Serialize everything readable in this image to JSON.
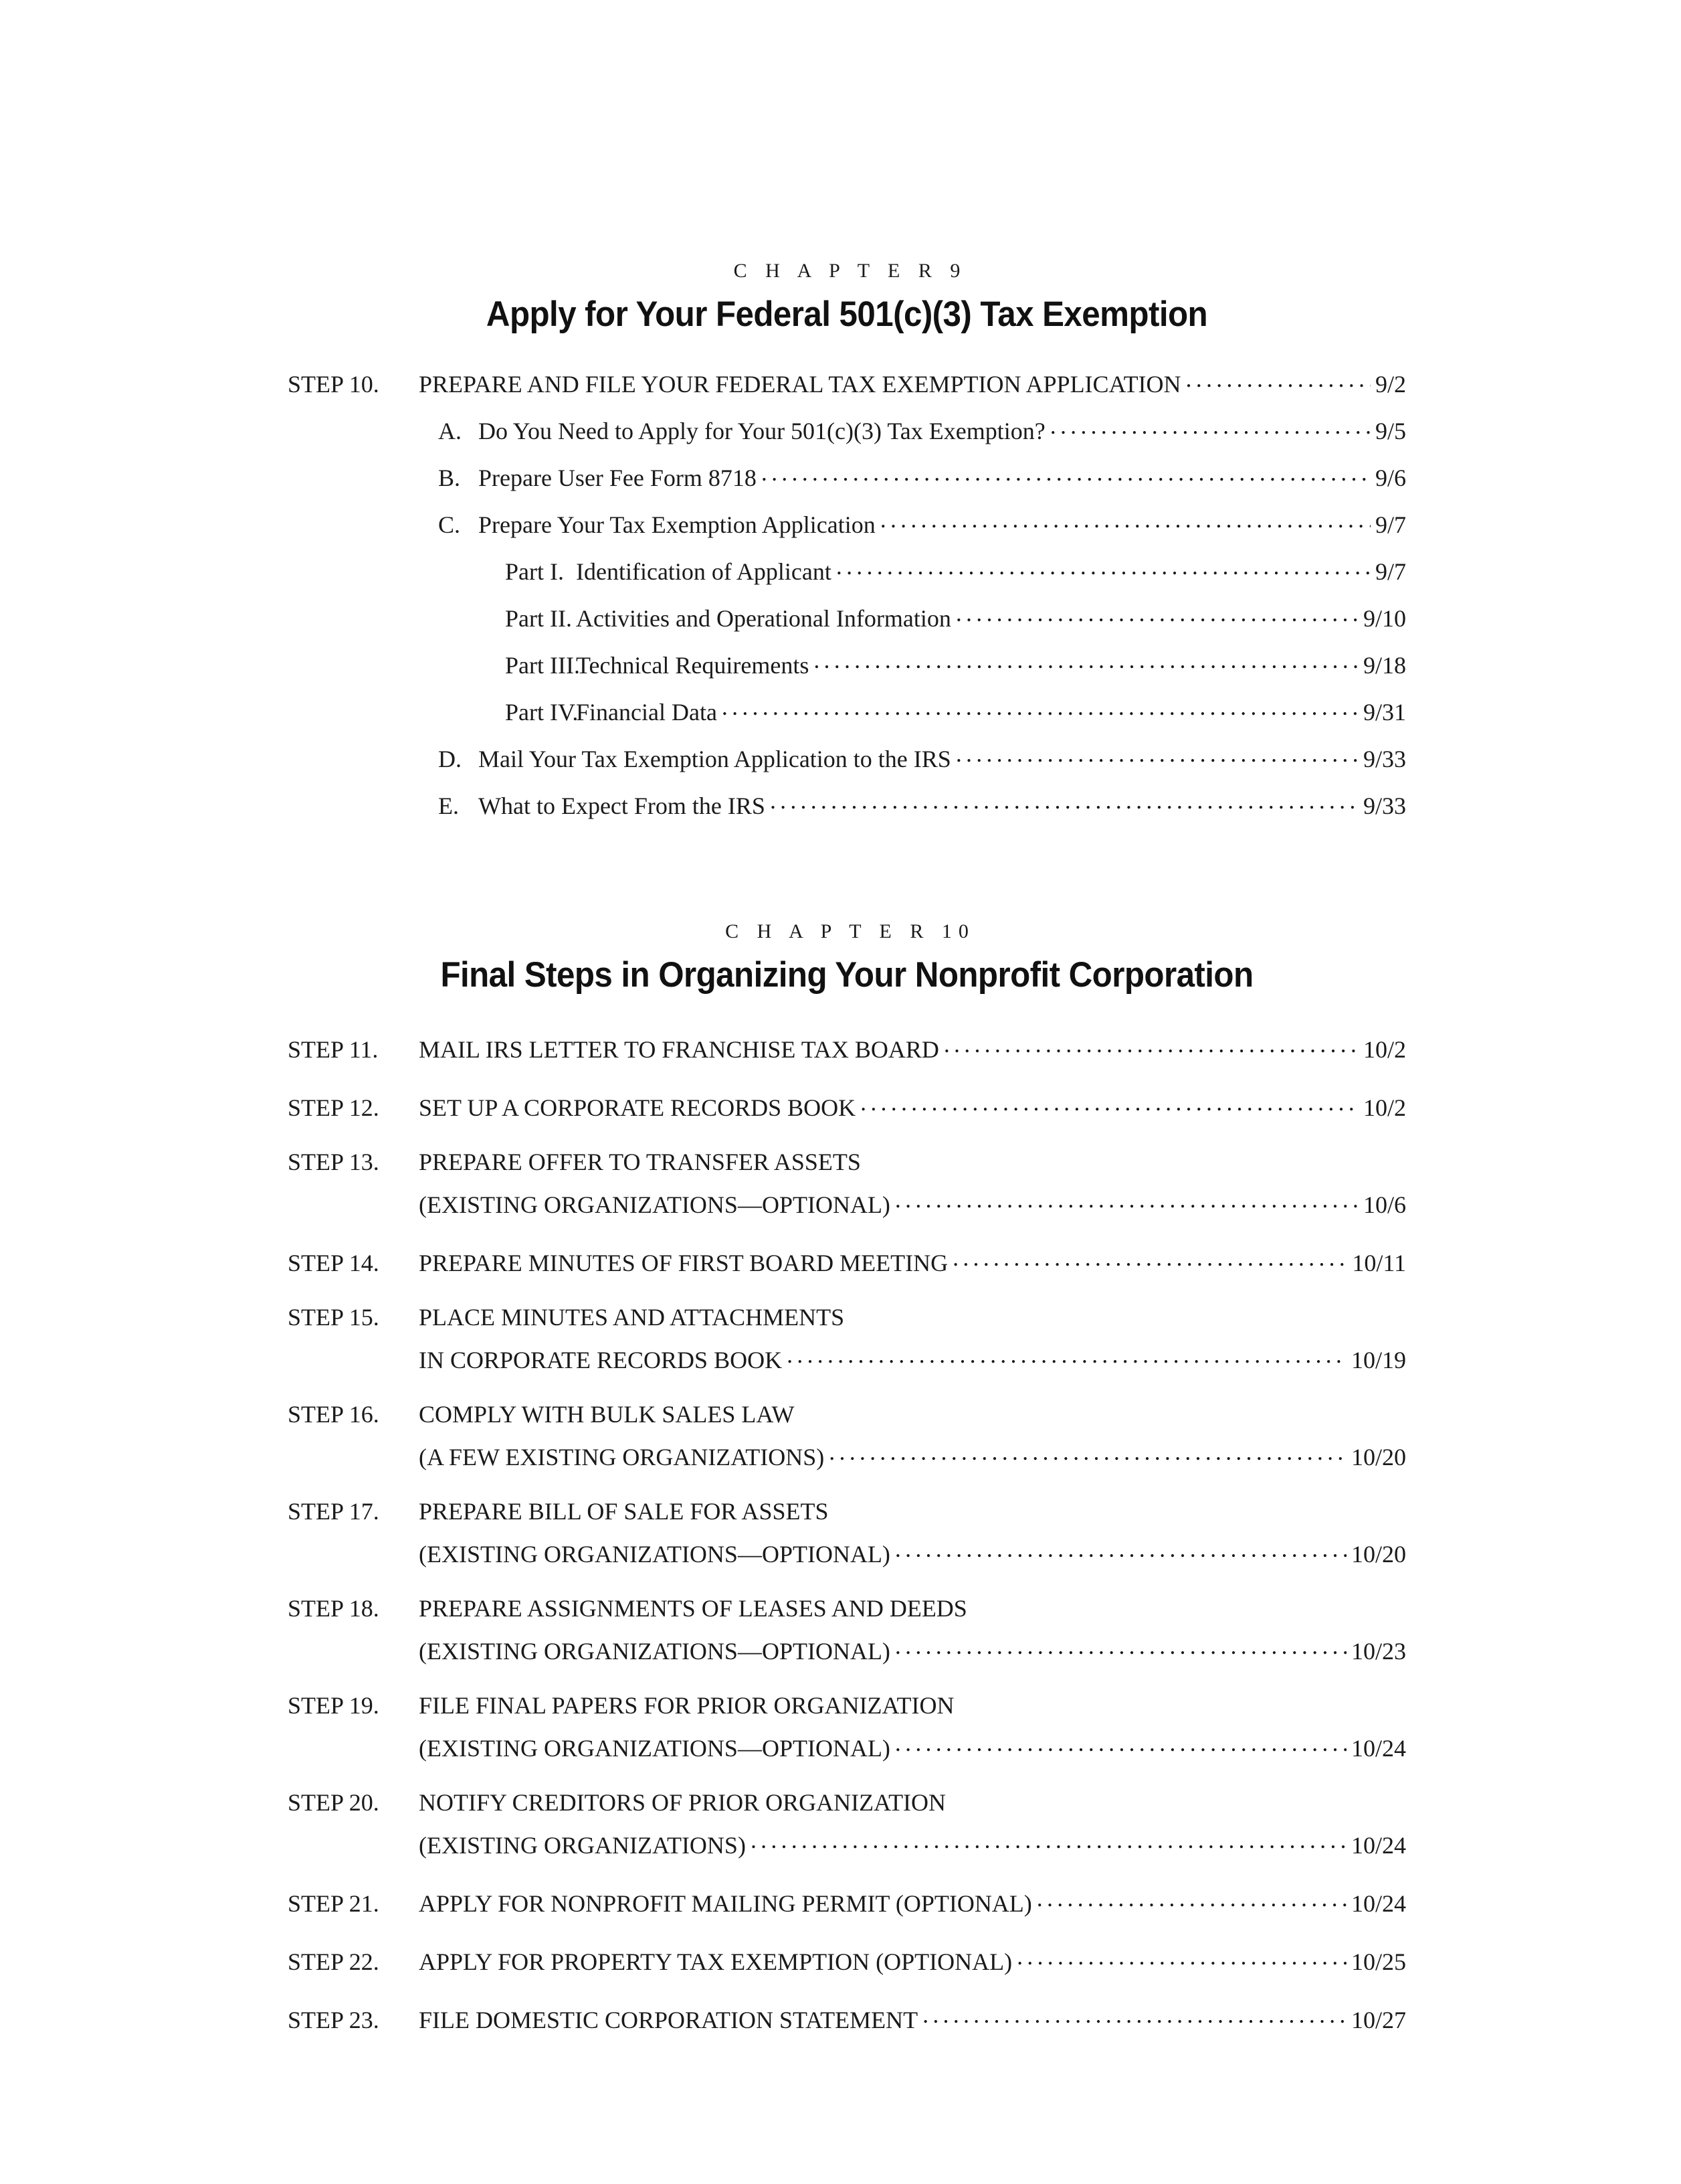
{
  "document": {
    "type": "table-of-contents"
  },
  "chapters": [
    {
      "eyebrow": "C H A P T E R   9",
      "title": "Apply for Your Federal 501(c)(3) Tax Exemption",
      "entries": [
        {
          "kind": "step",
          "label": "STEP 10.",
          "title": "PREPARE AND FILE YOUR FEDERAL TAX EXEMPTION APPLICATION",
          "page": "9/2"
        },
        {
          "kind": "letter",
          "label": "A.",
          "title": "Do You Need to Apply for Your 501(c)(3) Tax Exemption?",
          "page": "9/5"
        },
        {
          "kind": "letter",
          "label": "B.",
          "title": "Prepare User Fee Form 8718",
          "page": "9/6"
        },
        {
          "kind": "letter",
          "label": "C.",
          "title": "Prepare Your Tax Exemption Application",
          "page": "9/7"
        },
        {
          "kind": "part",
          "label": "Part I.",
          "title": "Identification of Applicant",
          "page": "9/7"
        },
        {
          "kind": "part",
          "label": "Part II.",
          "title": "Activities and Operational Information",
          "page": "9/10"
        },
        {
          "kind": "part",
          "label": "Part III.",
          "title": "Technical Requirements",
          "page": "9/18"
        },
        {
          "kind": "part",
          "label": "Part IV.",
          "title": "Financial Data",
          "page": "9/31"
        },
        {
          "kind": "letter",
          "label": "D.",
          "title": "Mail Your Tax Exemption Application to the IRS",
          "page": "9/33"
        },
        {
          "kind": "letter",
          "label": "E.",
          "title": "What to Expect From the IRS",
          "page": "9/33"
        }
      ]
    },
    {
      "eyebrow": "C H A P T E R   10",
      "title": "Final Steps in Organizing Your Nonprofit Corporation",
      "entries": [
        {
          "kind": "step",
          "label": "STEP 11.",
          "title": "MAIL IRS LETTER TO FRANCHISE TAX BOARD",
          "page": "10/2"
        },
        {
          "kind": "step",
          "label": "STEP 12.",
          "title": "SET UP A CORPORATE RECORDS BOOK",
          "page": "10/2"
        },
        {
          "kind": "step",
          "label": "STEP 13.",
          "title": "PREPARE OFFER TO TRANSFER ASSETS"
        },
        {
          "kind": "cont",
          "title": "(EXISTING ORGANIZATIONS—OPTIONAL)",
          "page": "10/6"
        },
        {
          "kind": "step",
          "label": "STEP 14.",
          "title": "PREPARE MINUTES OF FIRST BOARD MEETING",
          "page": "10/11"
        },
        {
          "kind": "step",
          "label": "STEP 15.",
          "title": "PLACE MINUTES AND ATTACHMENTS"
        },
        {
          "kind": "cont",
          "title": "IN CORPORATE RECORDS BOOK",
          "page": "10/19"
        },
        {
          "kind": "step",
          "label": "STEP 16.",
          "title": "COMPLY WITH BULK SALES LAW"
        },
        {
          "kind": "cont",
          "title": "(A FEW EXISTING ORGANIZATIONS)",
          "page": "10/20"
        },
        {
          "kind": "step",
          "label": "STEP 17.",
          "title": "PREPARE BILL OF SALE FOR ASSETS"
        },
        {
          "kind": "cont",
          "title": "(EXISTING ORGANIZATIONS—OPTIONAL)",
          "page": "10/20"
        },
        {
          "kind": "step",
          "label": "STEP 18.",
          "title": "PREPARE ASSIGNMENTS OF LEASES AND DEEDS"
        },
        {
          "kind": "cont",
          "title": "(EXISTING ORGANIZATIONS—OPTIONAL)",
          "page": "10/23"
        },
        {
          "kind": "step",
          "label": "STEP 19.",
          "title": "FILE FINAL PAPERS FOR PRIOR ORGANIZATION"
        },
        {
          "kind": "cont",
          "title": "(EXISTING ORGANIZATIONS—OPTIONAL)",
          "page": "10/24"
        },
        {
          "kind": "step",
          "label": "STEP 20.",
          "title": "NOTIFY CREDITORS OF PRIOR ORGANIZATION"
        },
        {
          "kind": "cont",
          "title": "(EXISTING ORGANIZATIONS)",
          "page": "10/24"
        },
        {
          "kind": "step",
          "label": "STEP 21.",
          "title": "APPLY FOR NONPROFIT MAILING PERMIT (OPTIONAL)",
          "page": "10/24"
        },
        {
          "kind": "step",
          "label": "STEP 22.",
          "title": "APPLY FOR PROPERTY TAX EXEMPTION (OPTIONAL)",
          "page": "10/25"
        },
        {
          "kind": "step",
          "label": "STEP 23.",
          "title": "FILE DOMESTIC CORPORATION STATEMENT",
          "page": "10/27"
        }
      ]
    }
  ]
}
